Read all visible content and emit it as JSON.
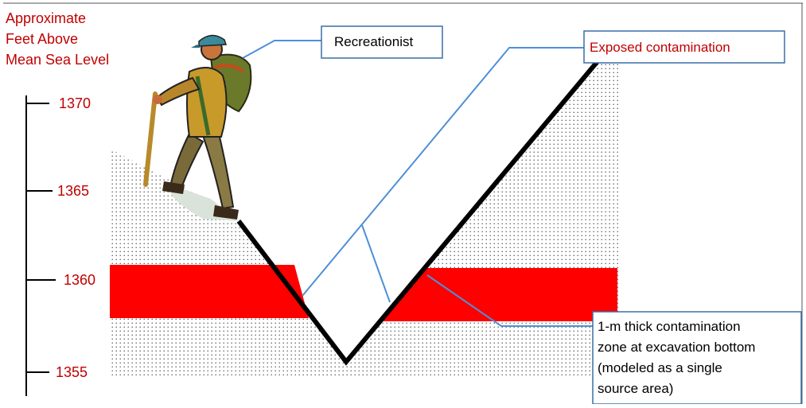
{
  "axis": {
    "title_lines": [
      "Approximate",
      "Feet Above",
      "Mean Sea Level"
    ],
    "ticks": [
      "1370",
      "1365",
      "1360",
      "1355"
    ]
  },
  "callouts": {
    "recreationist": "Recreationist",
    "exposed": "Exposed contamination",
    "zone_lines": [
      "1-m thick contamination",
      "zone at excavation bottom",
      "(modeled as a single",
      "source area)"
    ]
  },
  "colors": {
    "label_red": "#c00000",
    "contamination_red": "#ff0000",
    "callout_border": "#3a6ea5",
    "leader_blue": "#4f8fd8",
    "ground_dots": "#555555"
  },
  "icons": [
    "hiker-icon"
  ]
}
